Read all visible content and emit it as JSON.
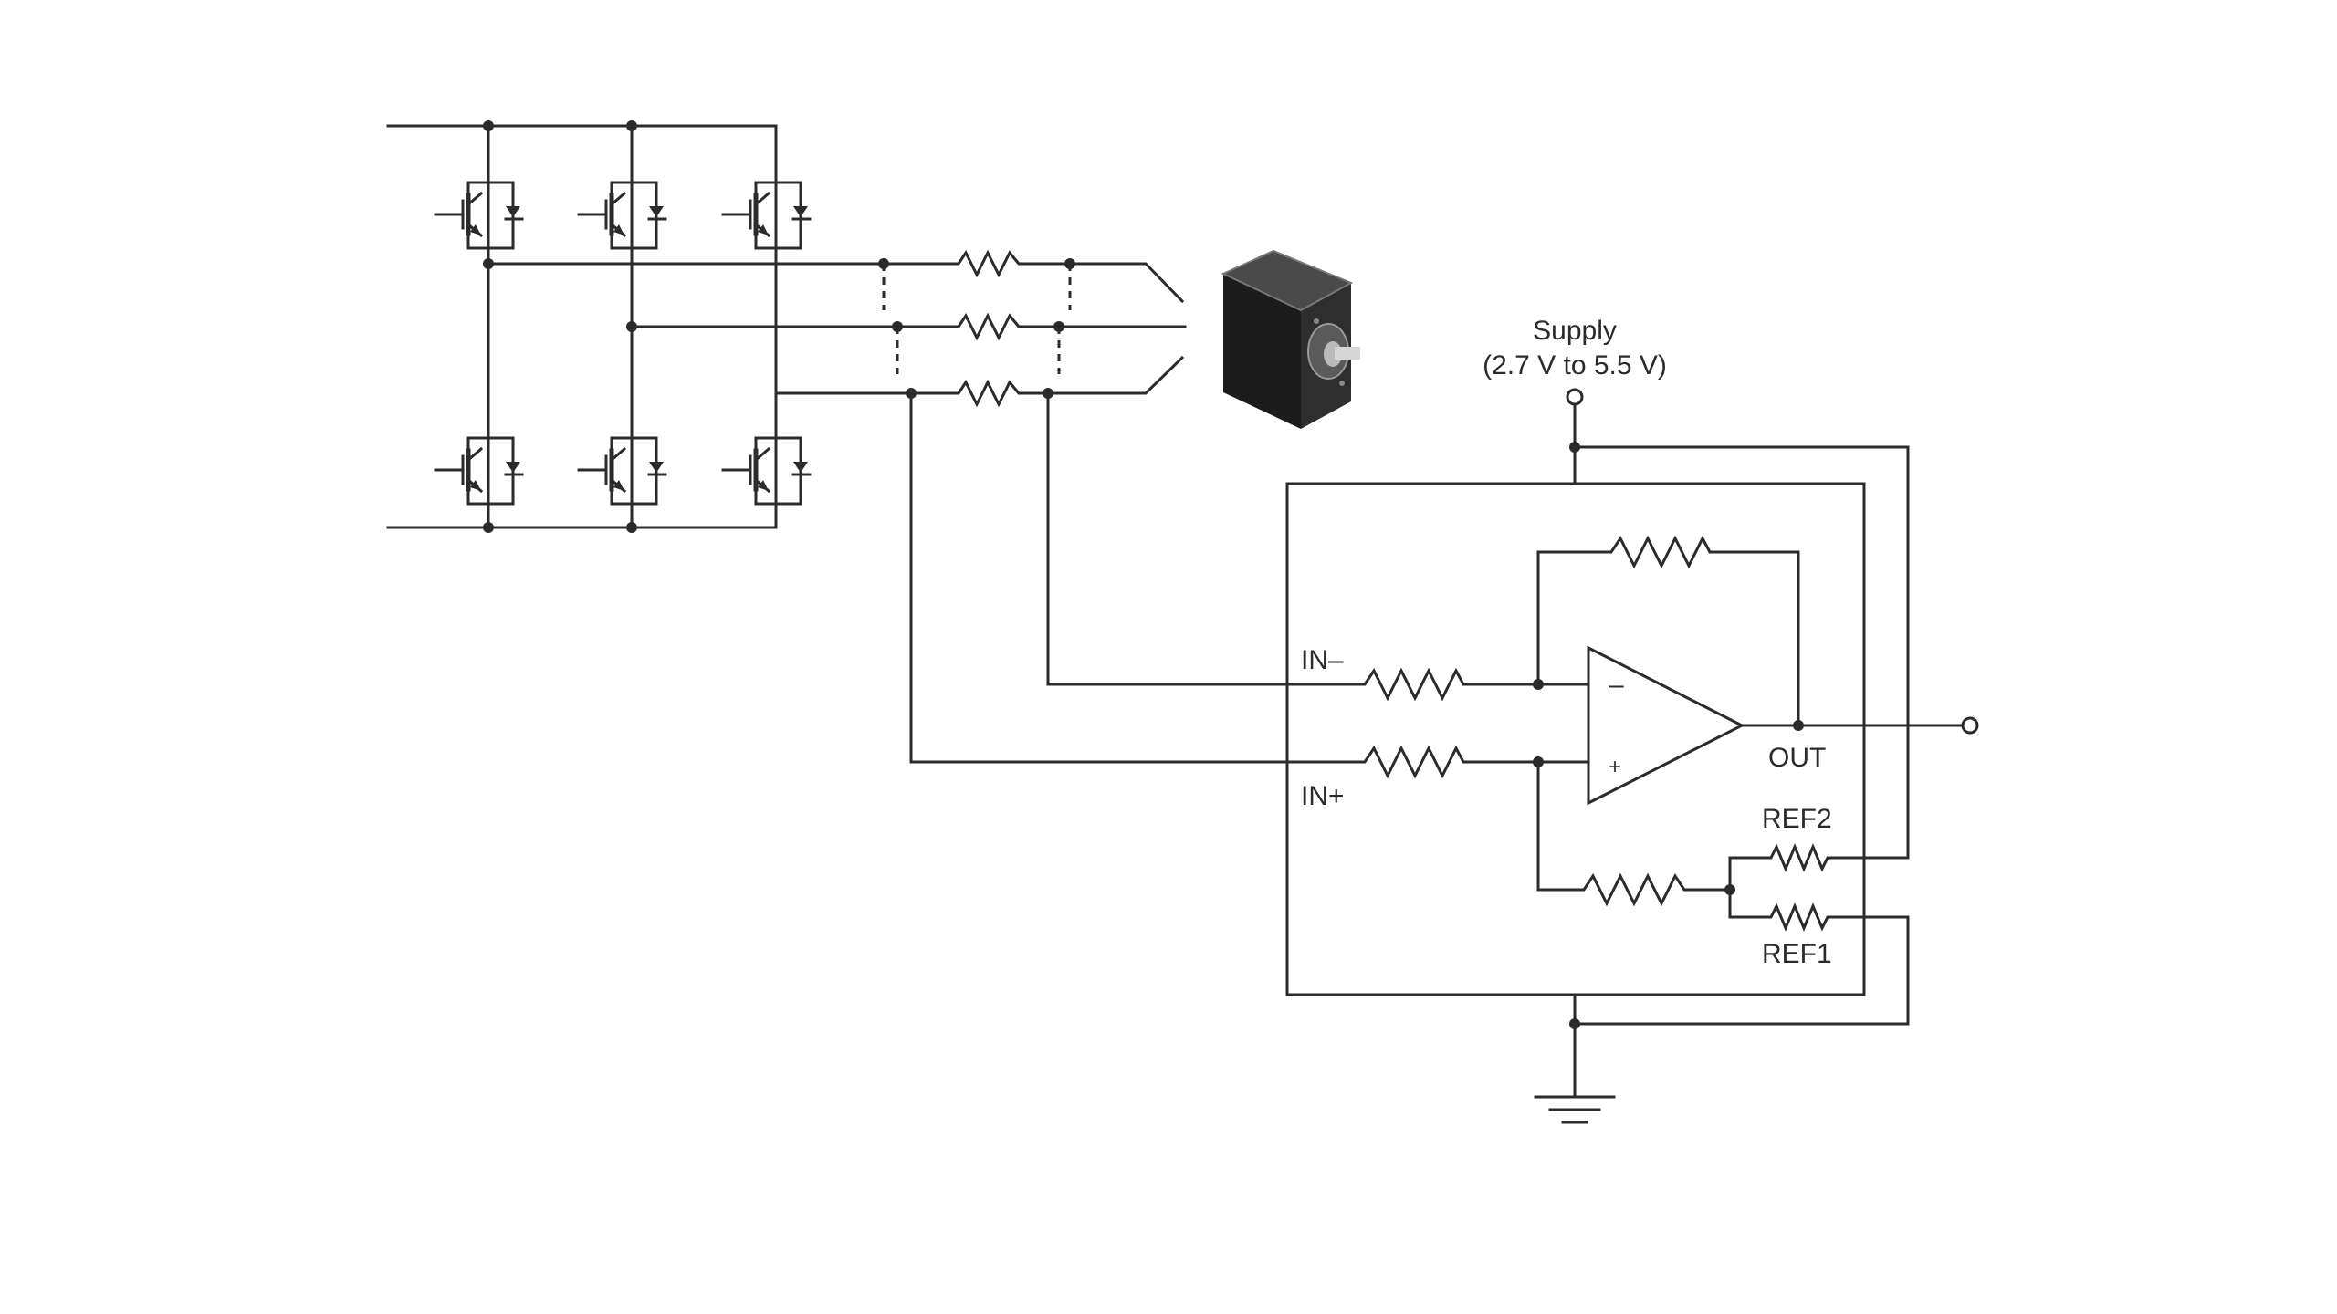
{
  "diagram": {
    "supply_label": "Supply",
    "supply_range": "(2.7 V to 5.5 V)",
    "pins": {
      "in_minus": "IN–",
      "in_plus": "IN+",
      "out": "OUT",
      "ref1": "REF1",
      "ref2": "REF2"
    },
    "opamp_minus_sign": "–",
    "opamp_plus_sign": "+"
  },
  "colors": {
    "wire": "#2b2b2b",
    "background": "#ffffff"
  },
  "icons": {
    "motor": "stepper-motor-icon",
    "ground": "ground-icon",
    "transistor": "igbt-icon"
  }
}
